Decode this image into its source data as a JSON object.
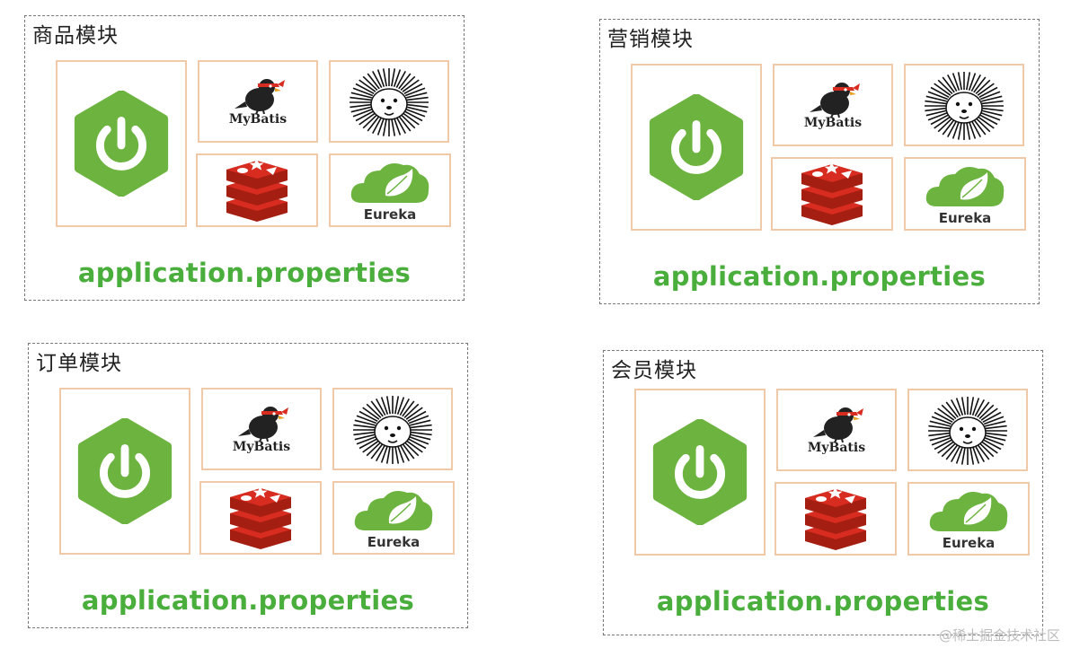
{
  "modules": [
    {
      "title": "商品模块",
      "config": "application.properties"
    },
    {
      "title": "营销模块",
      "config": "application.properties"
    },
    {
      "title": "订单模块",
      "config": "application.properties"
    },
    {
      "title": "会员模块",
      "config": "application.properties"
    }
  ],
  "components": {
    "spring_boot": {
      "icon": "spring-boot-power-icon",
      "color": "#6db33f"
    },
    "mybatis": {
      "label": "MyBatis",
      "icon": "mybatis-bird-icon"
    },
    "hystrix": {
      "icon": "hystrix-porcupine-icon"
    },
    "redis": {
      "icon": "redis-stack-icon",
      "color": "#d82c20"
    },
    "eureka": {
      "label": "Eureka",
      "icon": "spring-leaf-cloud-icon",
      "color": "#6db33f"
    }
  },
  "watermark": "@稀土掘金技术社区"
}
